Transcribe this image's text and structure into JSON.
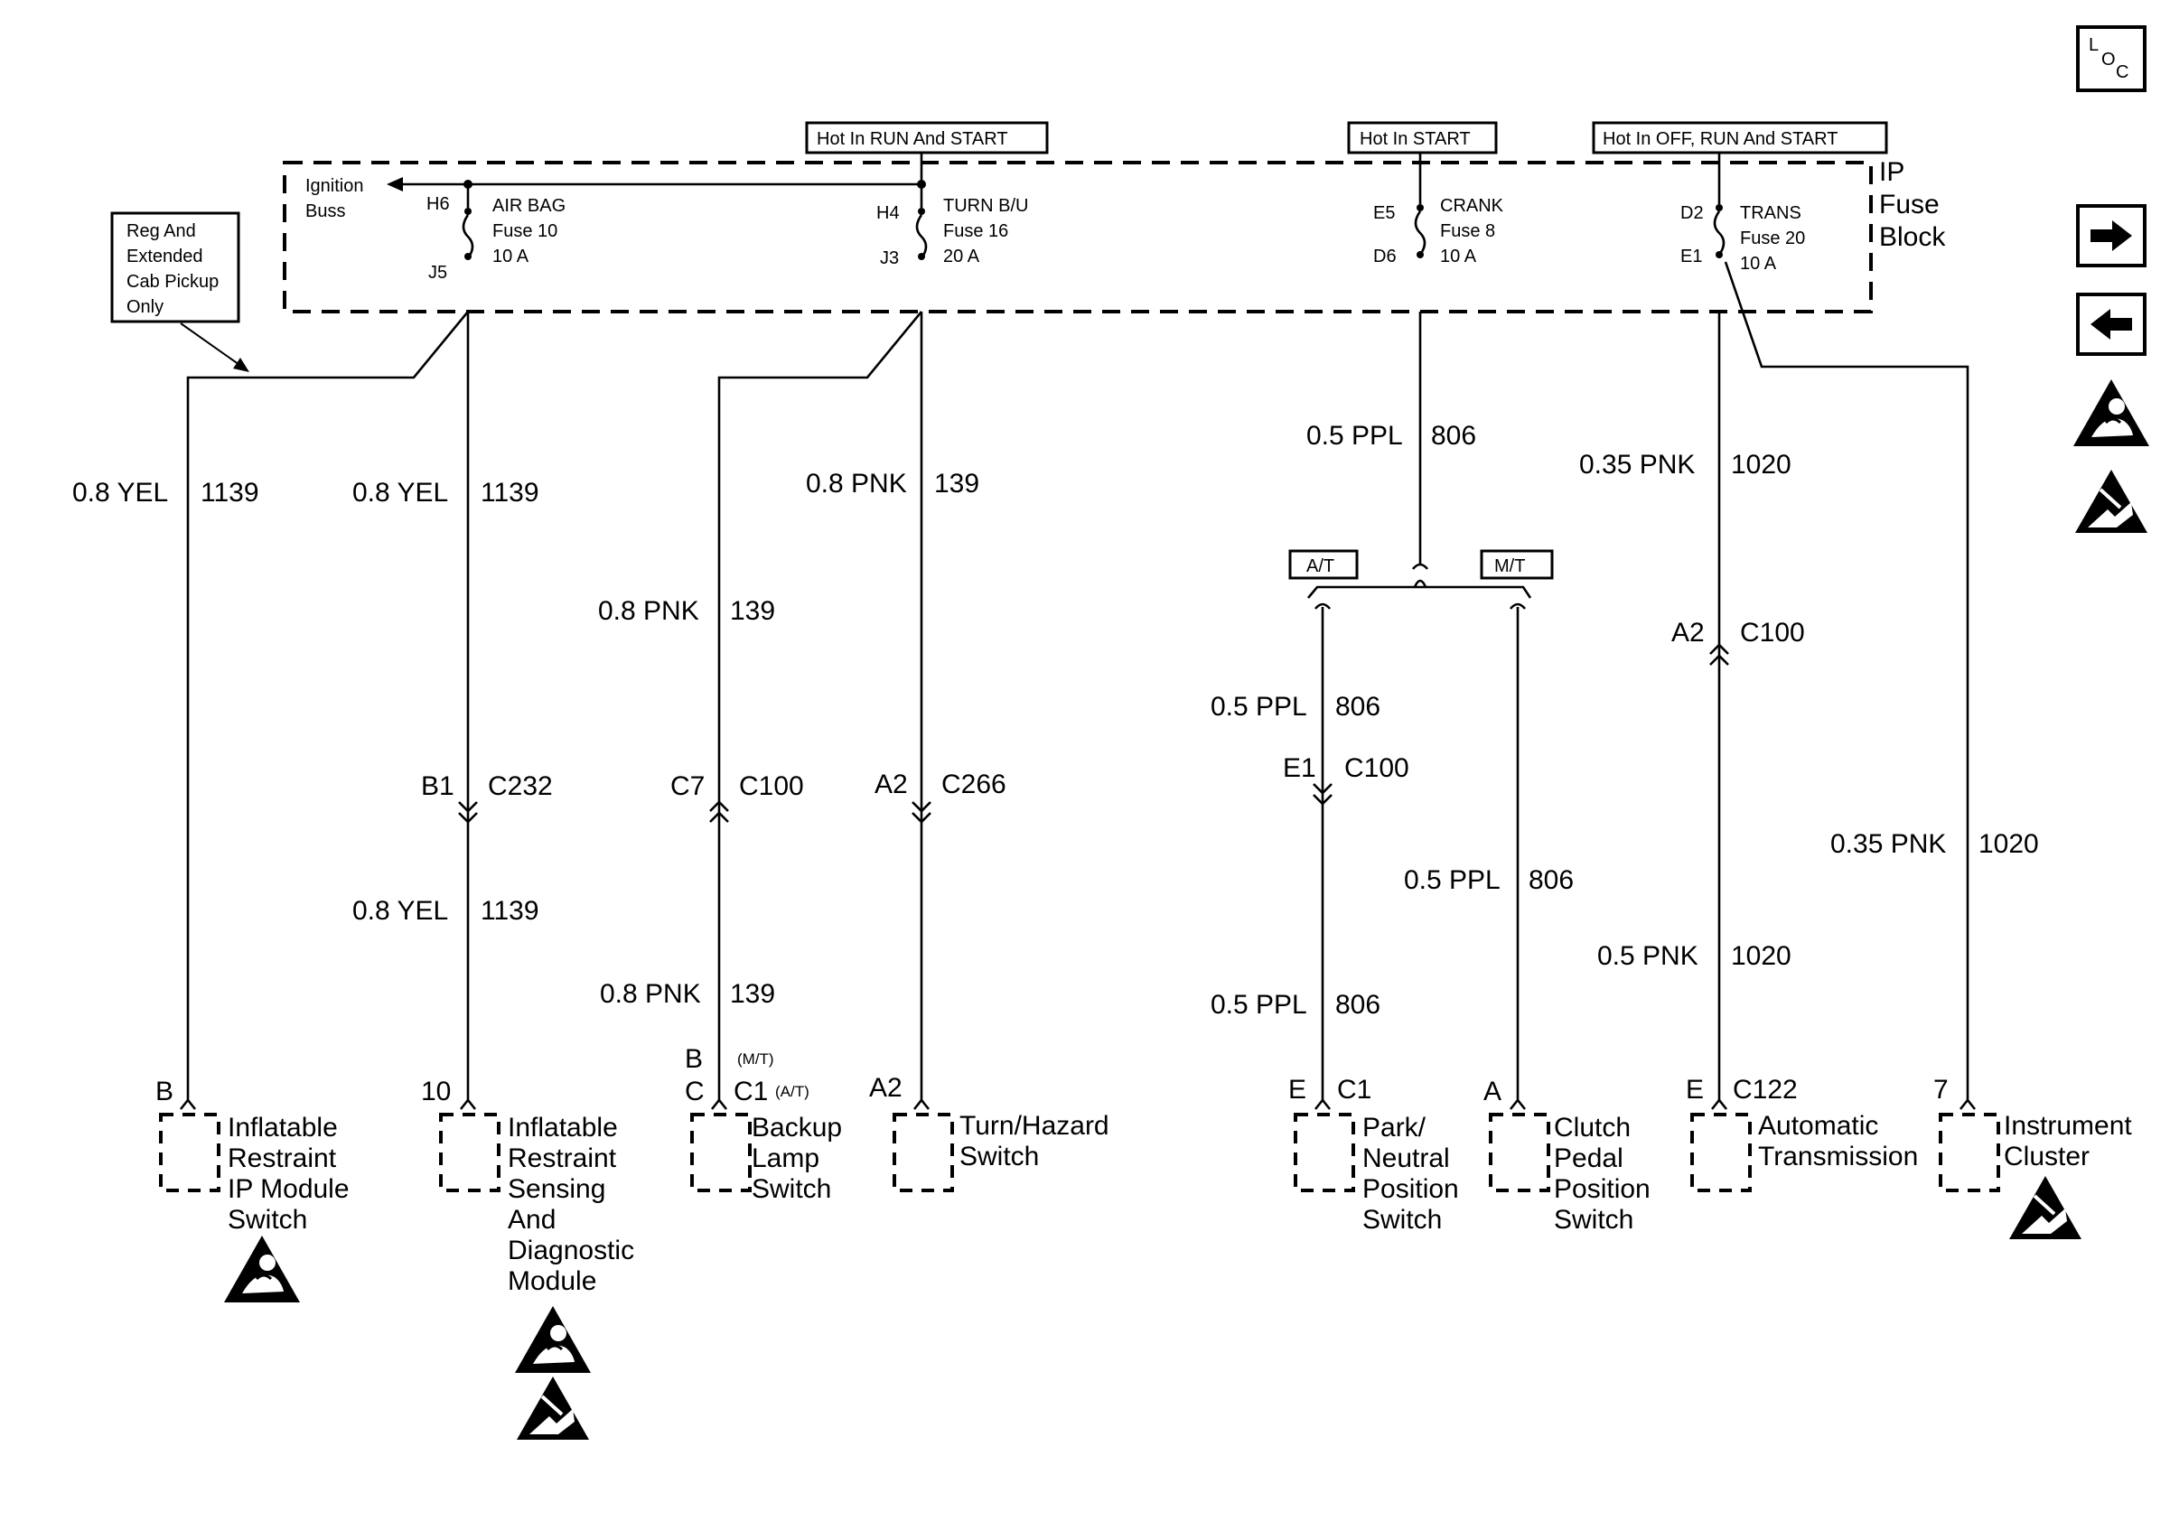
{
  "fuse_block": {
    "label_lines": [
      "IP",
      "Fuse",
      "Block"
    ],
    "ignition_buss": [
      "Ignition",
      "Buss"
    ],
    "hot_run_start": "Hot In RUN And START",
    "hot_start": "Hot In START",
    "hot_off_run_start": "Hot In OFF, RUN And START",
    "fuses": [
      {
        "in_pin": "H6",
        "out_pin": "J5",
        "lines": [
          "AIR BAG",
          "Fuse 10",
          "10 A"
        ]
      },
      {
        "in_pin": "H4",
        "out_pin": "J3",
        "lines": [
          "TURN B/U",
          "Fuse 16",
          "20 A"
        ]
      },
      {
        "in_pin": "E5",
        "out_pin": "D6",
        "lines": [
          "CRANK",
          "Fuse 8",
          "10 A"
        ]
      },
      {
        "in_pin": "D2",
        "out_pin": "E1",
        "lines": [
          "TRANS",
          "Fuse 20",
          "10 A"
        ]
      }
    ]
  },
  "note_box": [
    "Reg And",
    "Extended",
    "Cab Pickup",
    "Only"
  ],
  "wire_labels": [
    {
      "size_color": "0.8 YEL",
      "circuit": "1139"
    },
    {
      "size_color": "0.8 YEL",
      "circuit": "1139"
    },
    {
      "size_color": "0.8 YEL",
      "circuit": "1139"
    },
    {
      "size_color": "0.8 PNK",
      "circuit": "139"
    },
    {
      "size_color": "0.8 PNK",
      "circuit": "139"
    },
    {
      "size_color": "0.8 PNK",
      "circuit": "139"
    },
    {
      "size_color": "0.5 PPL",
      "circuit": "806"
    },
    {
      "size_color": "0.5 PPL",
      "circuit": "806"
    },
    {
      "size_color": "0.5 PPL",
      "circuit": "806"
    },
    {
      "size_color": "0.5 PPL",
      "circuit": "806"
    },
    {
      "size_color": "0.35 PNK",
      "circuit": "1020"
    },
    {
      "size_color": "0.5 PNK",
      "circuit": "1020"
    },
    {
      "size_color": "0.35 PNK",
      "circuit": "1020"
    }
  ],
  "option_tags": {
    "at": "A/T",
    "mt": "M/T"
  },
  "connectors": [
    {
      "pin": "B1",
      "name": "C232"
    },
    {
      "pin": "C7",
      "name": "C100"
    },
    {
      "pin": "A2",
      "name": "C266"
    },
    {
      "pin": "E1",
      "name": "C100"
    },
    {
      "pin": "A2",
      "name": "C100"
    }
  ],
  "components": [
    {
      "pin": "B",
      "lines": [
        "Inflatable",
        "Restraint",
        "IP Module",
        "Switch"
      ]
    },
    {
      "pin": "10",
      "lines": [
        "Inflatable",
        "Restraint",
        "Sensing",
        "And",
        "Diagnostic",
        "Module"
      ]
    },
    {
      "pin_top": "B",
      "tag_top": "(M/T)",
      "pin": "C",
      "conn": "C1",
      "tag": "(A/T)",
      "lines": [
        "Backup",
        "Lamp",
        "Switch"
      ]
    },
    {
      "pin": "A2",
      "lines": [
        "Turn/Hazard",
        "Switch"
      ]
    },
    {
      "pin": "E",
      "conn": "C1",
      "lines": [
        "Park/",
        "Neutral",
        "Position",
        "Switch"
      ]
    },
    {
      "pin": "A",
      "lines": [
        "Clutch",
        "Pedal",
        "Position",
        "Switch"
      ]
    },
    {
      "pin": "E",
      "conn": "C122",
      "lines": [
        "Automatic",
        "Transmission"
      ]
    },
    {
      "pin": "7",
      "lines": [
        "Instrument",
        "Cluster"
      ]
    }
  ],
  "nav": {
    "loc_letters": [
      "L",
      "O",
      "C"
    ],
    "next_icon": "arrow-right-icon",
    "prev_icon": "arrow-left-icon"
  }
}
